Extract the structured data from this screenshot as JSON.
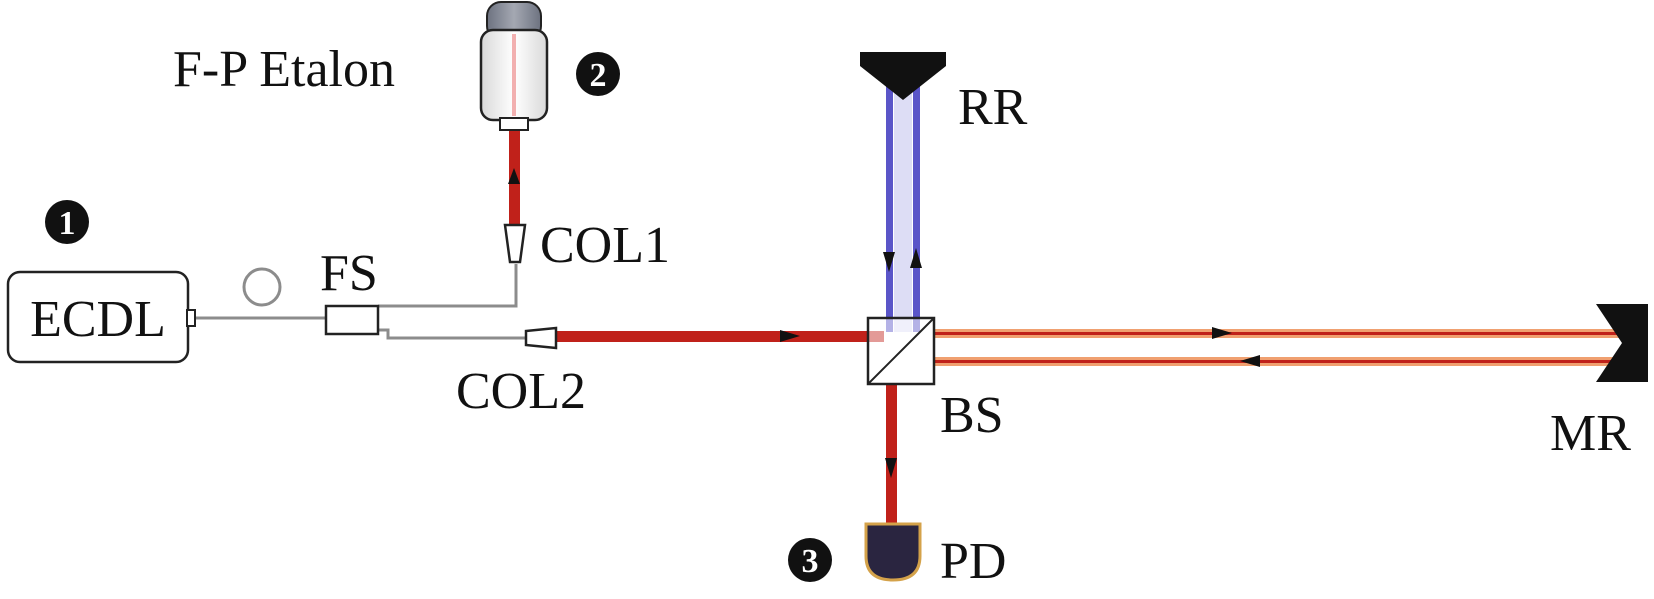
{
  "labels": {
    "etalon": "F-P Etalon",
    "ecdl": "ECDL",
    "fs": "FS",
    "col1": "COL1",
    "col2": "COL2",
    "rr": "RR",
    "bs": "BS",
    "mr": "MR",
    "pd": "PD"
  },
  "markers": {
    "m1": "1",
    "m2": "2",
    "m3": "3"
  },
  "colors": {
    "red_beam": "#c0211a",
    "orange_beam": "#f0a070",
    "blue_beam": "#5a55c8",
    "fiber": "#8c8c8c",
    "mirror": "#111111",
    "detector": "#2a2540",
    "detector_rim": "#d4a24a"
  }
}
